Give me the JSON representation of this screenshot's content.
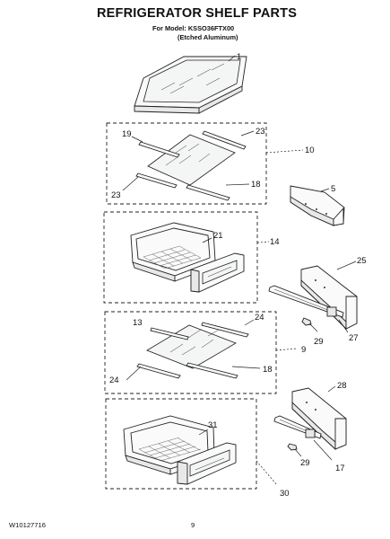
{
  "header": {
    "title": "REFRIGERATOR SHELF PARTS",
    "model_line": "For Model: KSSO36FTX00",
    "finish_line": "(Etched Aluminum)"
  },
  "footer": {
    "doc_number": "W10127716",
    "page_number": "9"
  },
  "callouts": {
    "c1": "1",
    "c19": "19",
    "c23a": "23",
    "c10": "10",
    "c23b": "23",
    "c18a": "18",
    "c5": "5",
    "c21": "21",
    "c14": "14",
    "c25": "25",
    "c27": "27",
    "c29a": "29",
    "c13": "13",
    "c24a": "24",
    "c9": "9",
    "c24b": "24",
    "c18b": "18",
    "c28": "28",
    "c31": "31",
    "c17": "17",
    "c29b": "29",
    "c30": "30"
  }
}
